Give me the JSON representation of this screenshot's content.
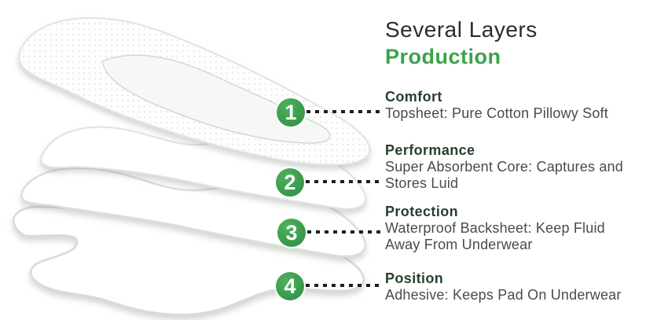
{
  "title": {
    "line1": "Several Layers",
    "line2": "Production"
  },
  "steps": [
    {
      "number": "1",
      "heading": "Comfort",
      "line1": "Topsheet: Pure Cotton Pillowy Soft",
      "line2": ""
    },
    {
      "number": "2",
      "heading": "Performance",
      "line1": "Super Absorbent Core: Captures and",
      "line2": "Stores Luid"
    },
    {
      "number": "3",
      "heading": "Protection",
      "line1": "Waterproof Backsheet: Keep Fluid",
      "line2": "Away From Underwear"
    },
    {
      "number": "4",
      "heading": "Position",
      "line1": "Adhesive: Keeps Pad On Underwear",
      "line2": ""
    }
  ],
  "colors": {
    "accent_green": "#3ba34a",
    "heading_dark_green": "#27402d",
    "body_gray": "#4a4a4a",
    "title_dark": "#2c2c2c",
    "connector_dark": "#1e1e1e"
  },
  "illustration": {
    "name": "sanitary-pad-exploded-layers",
    "layers": [
      "topsheet",
      "absorbent-core",
      "waterproof-backsheet",
      "adhesive-base"
    ]
  }
}
